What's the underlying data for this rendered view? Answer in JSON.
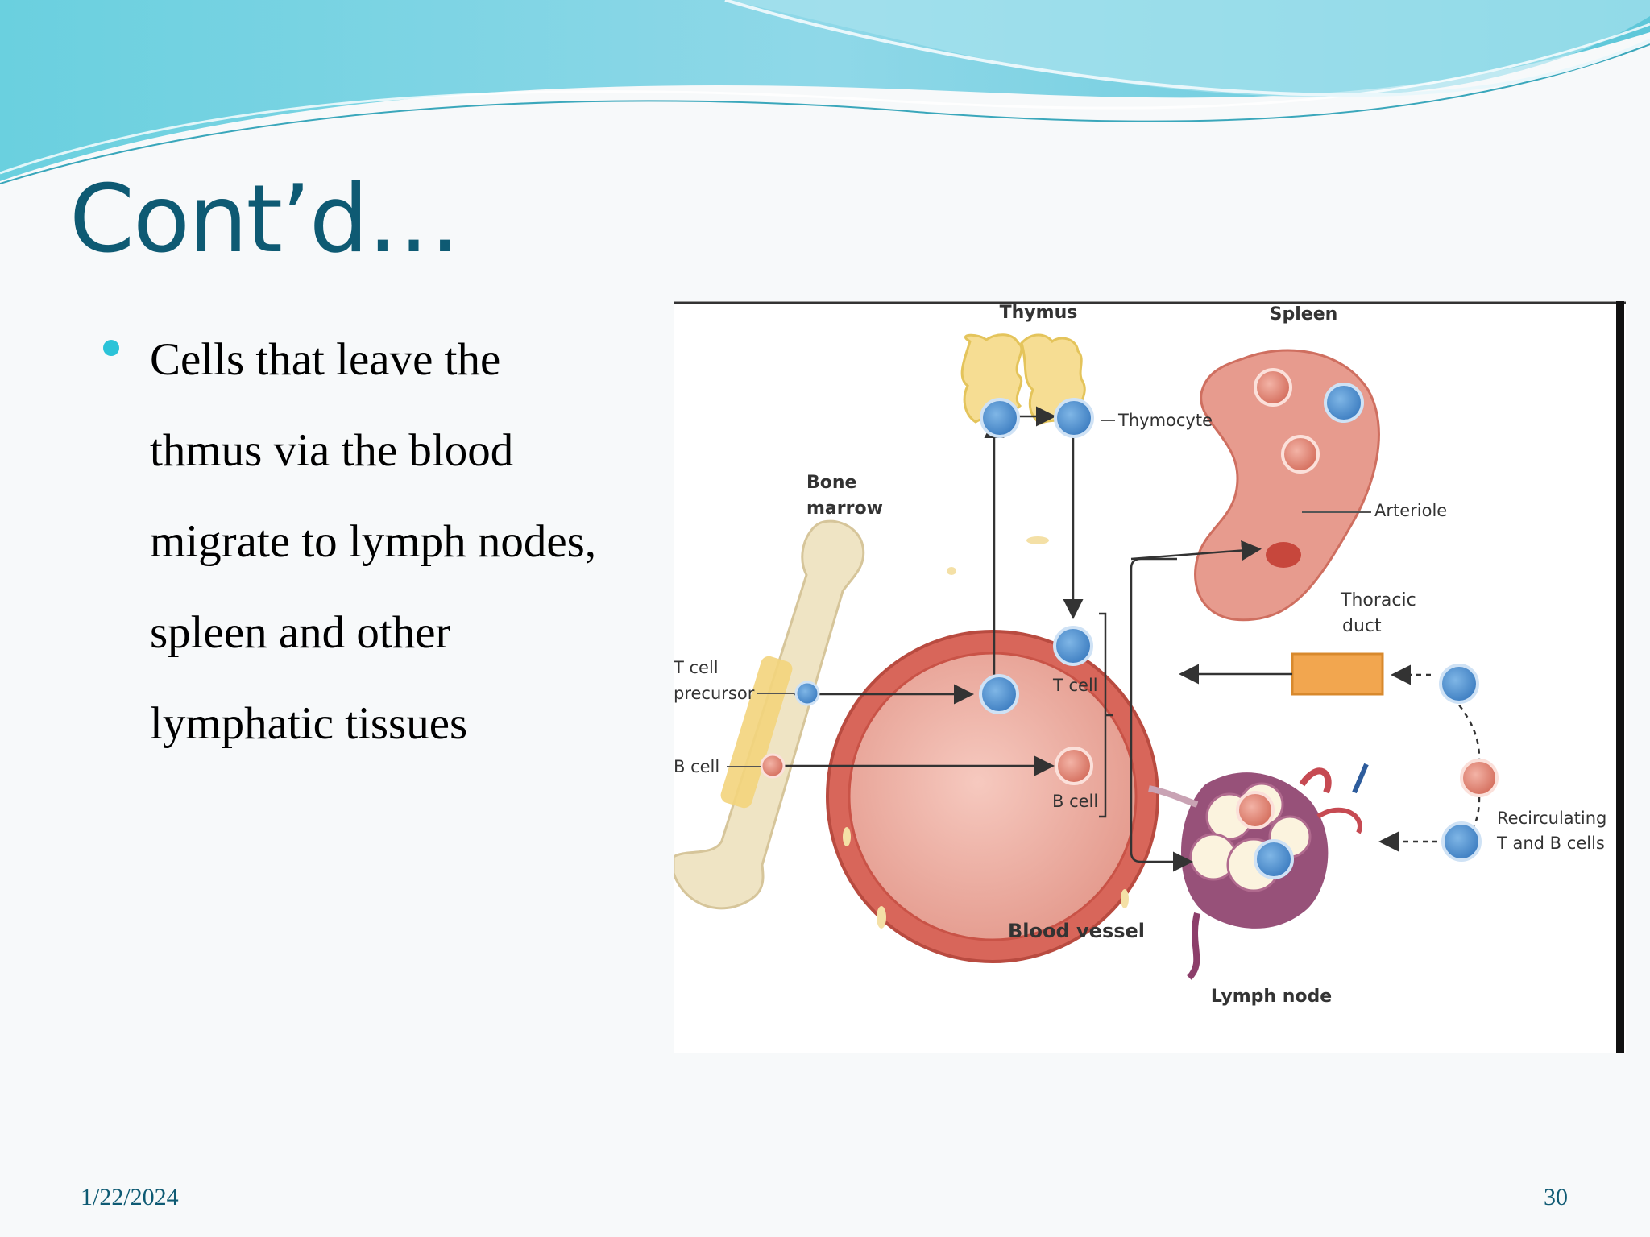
{
  "slide": {
    "title": "Cont’d…",
    "bullet_lines": [
      "Cells that leave the",
      "thmus via the blood",
      "migrate to lymph nodes,",
      "spleen and other",
      "lymphatic tissues"
    ],
    "footer_date": "1/22/2024",
    "page_number": "30"
  },
  "figure": {
    "labels": {
      "thymus": "Thymus",
      "spleen": "Spleen",
      "thymocyte": "Thymocyte",
      "bone_marrow_1": "Bone",
      "bone_marrow_2": "marrow",
      "arteriole": "Arteriole",
      "thoracic_duct_1": "Thoracic",
      "thoracic_duct_2": "duct",
      "t_cell_precursor_1": "T cell",
      "t_cell_precursor_2": "precursor",
      "t_cell": "T cell",
      "b_cell_left": "B cell",
      "b_cell": "B cell",
      "recirculating_1": "Recirculating",
      "recirculating_2": "T and B cells",
      "blood_vessel": "Blood vessel",
      "lymph_node": "Lymph node"
    }
  },
  "colors": {
    "title": "#0e5a73",
    "bullet": "#2bc3d8",
    "t_cell": "#4a8fd0",
    "b_cell": "#e0867a",
    "vessel": "#d45a4e"
  }
}
